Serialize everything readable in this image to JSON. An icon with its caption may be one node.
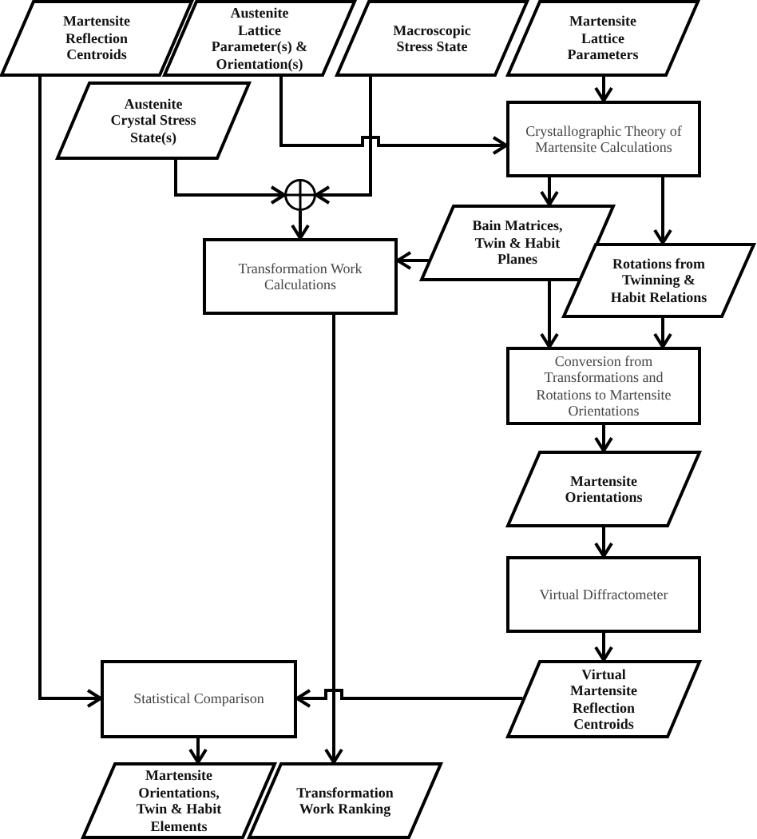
{
  "diagram": {
    "nodes": [
      {
        "text": [
          "Martensite Reflection Centroids"
        ]
      },
      {
        "text": [
          "Austenite Lattice Parameter(s) & Orientation(s)"
        ]
      },
      {
        "text": [
          "Macroscopic Stress State"
        ]
      },
      {
        "text": [
          "Martensite Lattice Parameters"
        ]
      },
      {
        "text": [
          "Austenite Crystal Stress State(s)"
        ]
      },
      {
        "text": [],
        "shape": "circle"
      },
      {
        "text": [
          "Crystallographic Theory of Martensite Calculations"
        ]
      },
      {
        "text": [
          "Bain Matrices, Twin & Habit Planes"
        ]
      },
      {
        "text": [
          "Transformation Work Calculations"
        ]
      },
      {
        "text": [
          "Rotations from Twinning & Habit Relations"
        ]
      },
      {
        "text": [
          "Conversion from Transformations and Rotations to Martensite Orientations"
        ]
      },
      {
        "text": [
          "Martensite Orientations"
        ]
      },
      {
        "text": [
          "Virtual Diffractometer"
        ]
      },
      {
        "text": [
          "Virtual Martensite Reflection Centroids"
        ]
      },
      {
        "text": [
          "Statistical Comparison"
        ]
      },
      {
        "text": [
          "Martensite Orientations, Twin & Habit Elements"
        ]
      },
      {
        "text": [
          "Transformation Work Ranking"
        ]
      }
    ],
    "edges": [
      {
        "from": 0,
        "to": 14,
        "arrow": "to"
      },
      {
        "from": 1,
        "to": 6,
        "arrow": "to"
      },
      {
        "from": 2,
        "to": 5,
        "arrow": "to"
      },
      {
        "from": 4,
        "to": 5,
        "arrow": "to"
      },
      {
        "from": 5,
        "to": 8,
        "arrow": "to"
      },
      {
        "from": 3,
        "to": 6,
        "arrow": "to"
      },
      {
        "from": 6,
        "to": 7,
        "arrow": "to"
      },
      {
        "from": 6,
        "to": 9,
        "arrow": "to"
      },
      {
        "from": 7,
        "to": 8,
        "arrow": "to"
      },
      {
        "from": 7,
        "to": 10,
        "arrow": "to"
      },
      {
        "from": 9,
        "to": 10,
        "arrow": "to"
      },
      {
        "from": 10,
        "to": 11,
        "arrow": "to"
      },
      {
        "from": 11,
        "to": 12,
        "arrow": "to"
      },
      {
        "from": 12,
        "to": 13,
        "arrow": "to"
      },
      {
        "from": 13,
        "to": 14,
        "arrow": "to"
      },
      {
        "from": 8,
        "to": 16,
        "arrow": "to"
      },
      {
        "from": 14,
        "to": 15,
        "arrow": "to"
      }
    ]
  }
}
